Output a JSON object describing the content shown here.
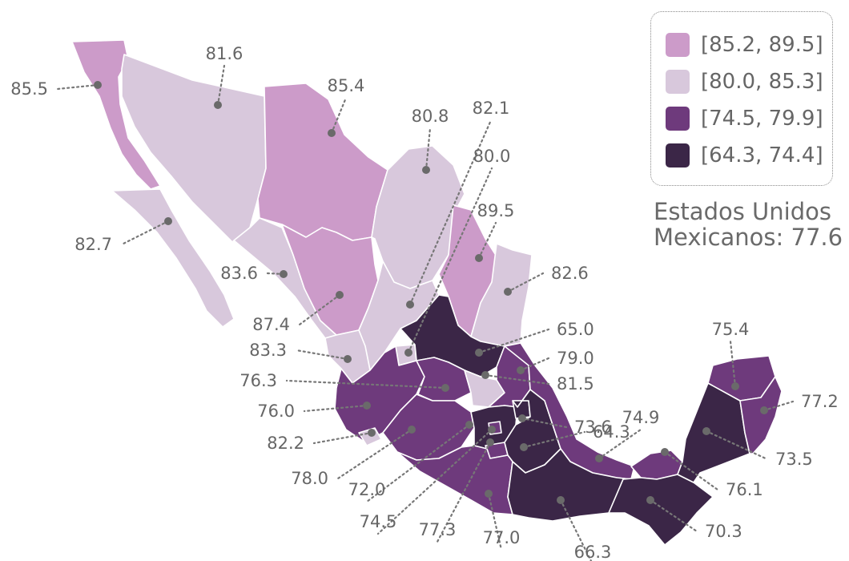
{
  "legend": {
    "bins": [
      {
        "label": "[85.2, 89.5]",
        "color": "#cc9bc9"
      },
      {
        "label": "[80.0, 85.3]",
        "color": "#d8c8dc"
      },
      {
        "label": "[74.5, 79.9]",
        "color": "#6e3a7c"
      },
      {
        "label": "[64.3, 74.4]",
        "color": "#3b2647"
      }
    ]
  },
  "national": {
    "line1": "Estados Unidos",
    "line2": "Mexicanos: 77.6"
  },
  "states": [
    {
      "id": "baja-california",
      "value": "85.5",
      "bin": 0
    },
    {
      "id": "sonora",
      "value": "81.6",
      "bin": 1
    },
    {
      "id": "chihuahua",
      "value": "85.4",
      "bin": 0
    },
    {
      "id": "coahuila",
      "value": "80.8",
      "bin": 1
    },
    {
      "id": "zacatecas",
      "value": "82.1",
      "bin": 1
    },
    {
      "id": "aguascalientes",
      "value": "80.0",
      "bin": 1
    },
    {
      "id": "nuevo-leon",
      "value": "89.5",
      "bin": 0
    },
    {
      "id": "baja-california-sur",
      "value": "82.7",
      "bin": 1
    },
    {
      "id": "tamaulipas",
      "value": "82.6",
      "bin": 1
    },
    {
      "id": "sinaloa",
      "value": "83.6",
      "bin": 1
    },
    {
      "id": "durango",
      "value": "87.4",
      "bin": 0
    },
    {
      "id": "san-luis-potosi",
      "value": "65.0",
      "bin": 3
    },
    {
      "id": "nayarit",
      "value": "83.3",
      "bin": 1
    },
    {
      "id": "hidalgo",
      "value": "79.0",
      "bin": 2
    },
    {
      "id": "guanajuato",
      "value": "76.3",
      "bin": 2
    },
    {
      "id": "queretaro",
      "value": "81.5",
      "bin": 1
    },
    {
      "id": "jalisco",
      "value": "76.0",
      "bin": 2
    },
    {
      "id": "tlaxcala",
      "value": "73.6",
      "bin": 3
    },
    {
      "id": "colima",
      "value": "82.2",
      "bin": 1
    },
    {
      "id": "puebla",
      "value": "64.3",
      "bin": 3
    },
    {
      "id": "michoacan",
      "value": "78.0",
      "bin": 2
    },
    {
      "id": "estado-de-mexico",
      "value": "72.0",
      "bin": 3
    },
    {
      "id": "ciudad-de-mexico",
      "value": "74.5",
      "bin": 2
    },
    {
      "id": "morelos",
      "value": "77.3",
      "bin": 2
    },
    {
      "id": "guerrero",
      "value": "77.0",
      "bin": 2
    },
    {
      "id": "oaxaca",
      "value": "66.3",
      "bin": 3
    },
    {
      "id": "veracruz",
      "value": "74.9",
      "bin": 2
    },
    {
      "id": "yucatan",
      "value": "75.4",
      "bin": 2
    },
    {
      "id": "quintana-roo",
      "value": "77.2",
      "bin": 2
    },
    {
      "id": "campeche",
      "value": "73.5",
      "bin": 3
    },
    {
      "id": "tabasco",
      "value": "76.1",
      "bin": 2
    },
    {
      "id": "chiapas",
      "value": "70.3",
      "bin": 3
    }
  ]
}
